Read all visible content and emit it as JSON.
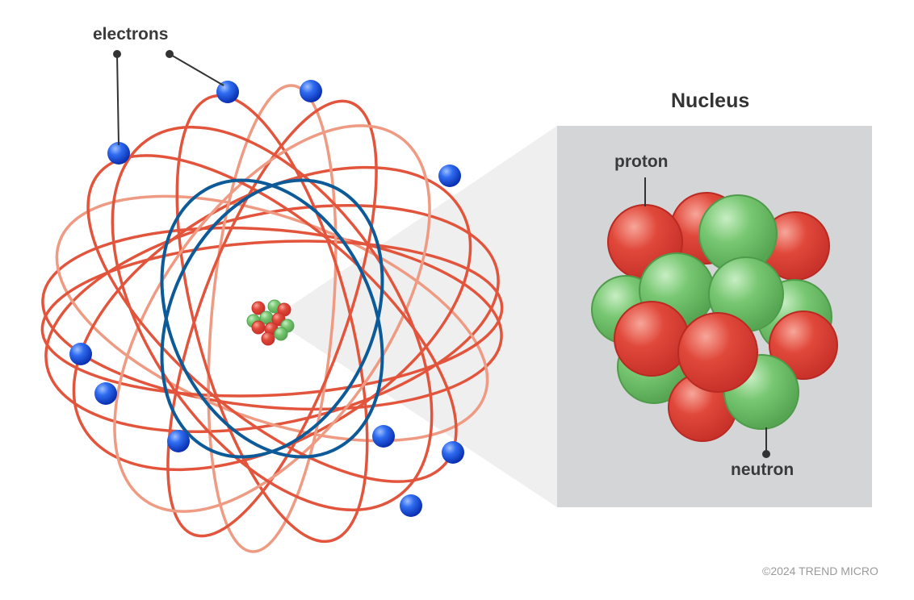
{
  "labels": {
    "electrons": "electrons",
    "nucleus_title": "Nucleus",
    "proton": "proton",
    "neutron": "neutron"
  },
  "copyright": "©2024 TREND MICRO",
  "colors": {
    "orbit_red": "#e2553c",
    "orbit_red_light": "#ef9a82",
    "orbit_blue": "#0d5a99",
    "electron": "#1e5ee8",
    "proton": "#d9412f",
    "neutron": "#6cc267",
    "panel": "#d4d5d7"
  }
}
